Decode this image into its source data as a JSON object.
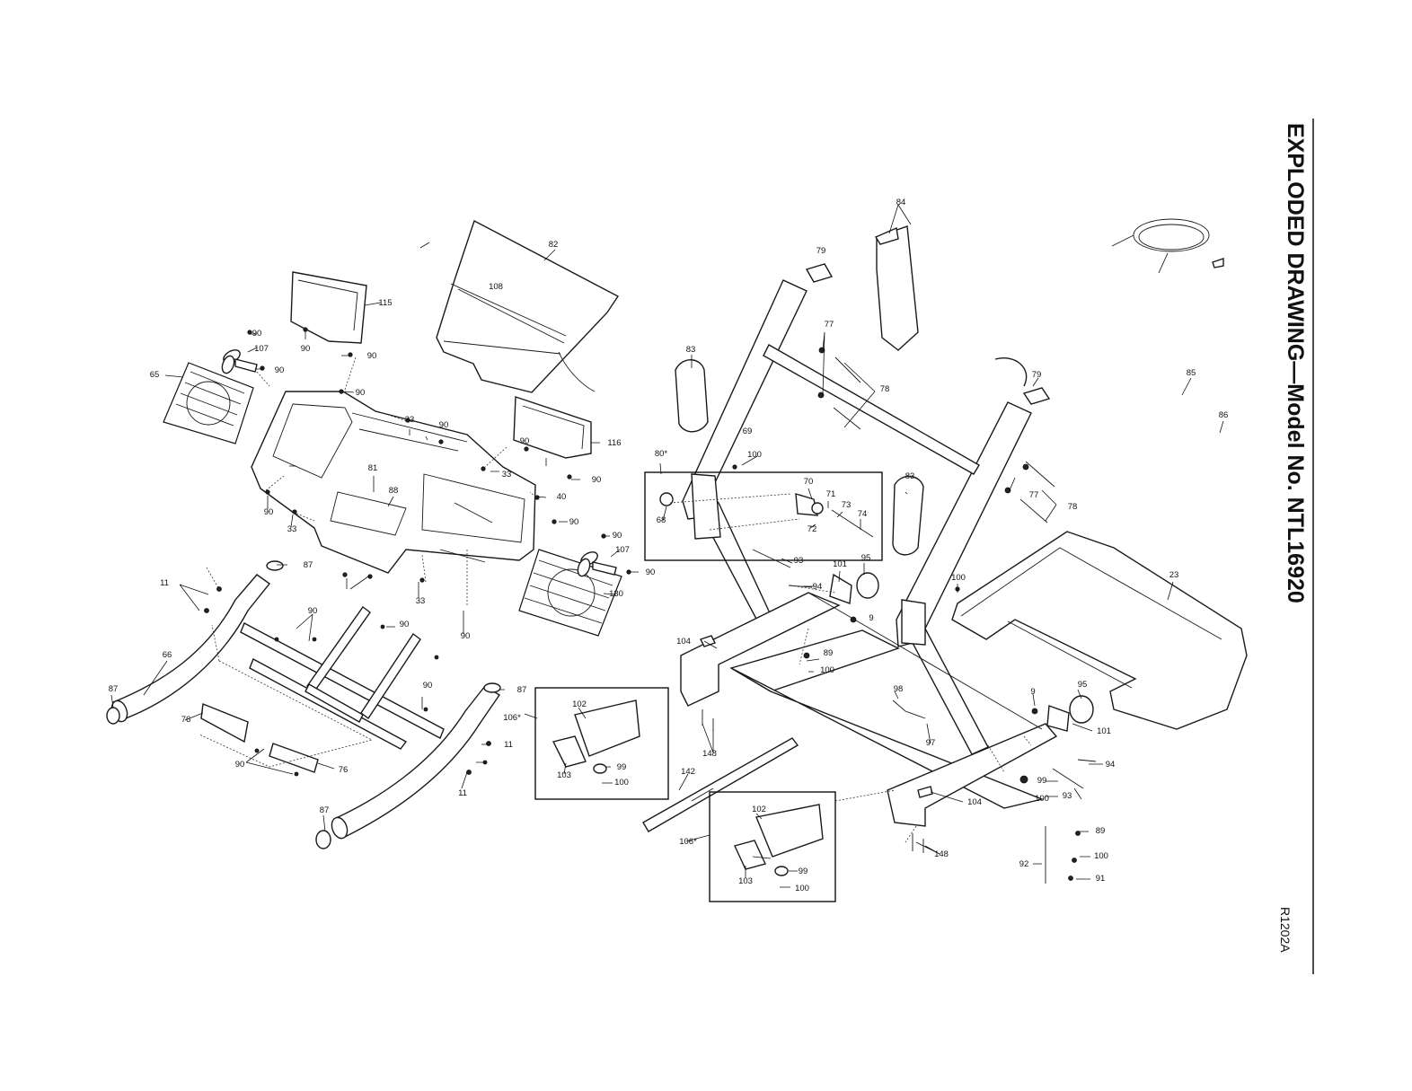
{
  "title": "EXPLODED DRAWING—Model No. NTL16920",
  "drawing_code": "R1202A",
  "callouts": [
    {
      "id": "c84",
      "text": "84"
    },
    {
      "id": "c82",
      "text": "82"
    },
    {
      "id": "c79a",
      "text": "79"
    },
    {
      "id": "c115",
      "text": "115"
    },
    {
      "id": "c108",
      "text": "108"
    },
    {
      "id": "c77a",
      "text": "77"
    },
    {
      "id": "c90a",
      "text": "90"
    },
    {
      "id": "c107a",
      "text": "107"
    },
    {
      "id": "c90b",
      "text": "90"
    },
    {
      "id": "c90c",
      "text": "90"
    },
    {
      "id": "c90d",
      "text": "90"
    },
    {
      "id": "c83a",
      "text": "83"
    },
    {
      "id": "c78a",
      "text": "78"
    },
    {
      "id": "c79b",
      "text": "79"
    },
    {
      "id": "c85",
      "text": "85"
    },
    {
      "id": "c65",
      "text": "65"
    },
    {
      "id": "c90e",
      "text": "90"
    },
    {
      "id": "c33a",
      "text": "33"
    },
    {
      "id": "c90f",
      "text": "90"
    },
    {
      "id": "c116",
      "text": "116"
    },
    {
      "id": "c69",
      "text": "69"
    },
    {
      "id": "c86",
      "text": "86"
    },
    {
      "id": "c90g",
      "text": "90"
    },
    {
      "id": "c100a",
      "text": "100"
    },
    {
      "id": "c80",
      "text": "80*"
    },
    {
      "id": "c33b",
      "text": "33"
    },
    {
      "id": "c81",
      "text": "81"
    },
    {
      "id": "c90h",
      "text": "90"
    },
    {
      "id": "c88",
      "text": "88"
    },
    {
      "id": "c70",
      "text": "70"
    },
    {
      "id": "c71",
      "text": "71"
    },
    {
      "id": "c73",
      "text": "73"
    },
    {
      "id": "c74",
      "text": "74"
    },
    {
      "id": "c83b",
      "text": "83"
    },
    {
      "id": "c77b",
      "text": "77"
    },
    {
      "id": "c78b",
      "text": "78"
    },
    {
      "id": "c40",
      "text": "40"
    },
    {
      "id": "c68",
      "text": "68"
    },
    {
      "id": "c72",
      "text": "72"
    },
    {
      "id": "c90i",
      "text": "90"
    },
    {
      "id": "c33c",
      "text": "33"
    },
    {
      "id": "c90j",
      "text": "90"
    },
    {
      "id": "c90k",
      "text": "90"
    },
    {
      "id": "c107b",
      "text": "107"
    },
    {
      "id": "c90l",
      "text": "90"
    },
    {
      "id": "c93a",
      "text": "93"
    },
    {
      "id": "c23",
      "text": "23"
    },
    {
      "id": "c87a",
      "text": "87"
    },
    {
      "id": "c101a",
      "text": "101"
    },
    {
      "id": "c95a",
      "text": "95"
    },
    {
      "id": "c100b",
      "text": "100"
    },
    {
      "id": "c11a",
      "text": "11"
    },
    {
      "id": "c94a",
      "text": "94"
    },
    {
      "id": "c90m",
      "text": "90"
    },
    {
      "id": "c33d",
      "text": "33"
    },
    {
      "id": "c130",
      "text": "130"
    },
    {
      "id": "c9a",
      "text": "9"
    },
    {
      "id": "c90n",
      "text": "90"
    },
    {
      "id": "c90o",
      "text": "90"
    },
    {
      "id": "c104a",
      "text": "104"
    },
    {
      "id": "c89a",
      "text": "89"
    },
    {
      "id": "c66",
      "text": "66"
    },
    {
      "id": "c100c",
      "text": "100"
    },
    {
      "id": "c87b",
      "text": "87"
    },
    {
      "id": "c90p",
      "text": "90"
    },
    {
      "id": "c87c",
      "text": "87"
    },
    {
      "id": "c102a",
      "text": "102"
    },
    {
      "id": "c98",
      "text": "98"
    },
    {
      "id": "c95b",
      "text": "95"
    },
    {
      "id": "c9b",
      "text": "9"
    },
    {
      "id": "c76a",
      "text": "76"
    },
    {
      "id": "c106a",
      "text": "106*"
    },
    {
      "id": "c11b",
      "text": "11"
    },
    {
      "id": "c97",
      "text": "97"
    },
    {
      "id": "c101b",
      "text": "101"
    },
    {
      "id": "c148a",
      "text": "148"
    },
    {
      "id": "c90q",
      "text": "90"
    },
    {
      "id": "c76b",
      "text": "76"
    },
    {
      "id": "c94b",
      "text": "94"
    },
    {
      "id": "c99a",
      "text": "99"
    },
    {
      "id": "c103a",
      "text": "103"
    },
    {
      "id": "c100d",
      "text": "100"
    },
    {
      "id": "c142",
      "text": "142"
    },
    {
      "id": "c99b",
      "text": "99"
    },
    {
      "id": "c11c",
      "text": "11"
    },
    {
      "id": "c100e",
      "text": "100"
    },
    {
      "id": "c93b",
      "text": "93"
    },
    {
      "id": "c104b",
      "text": "104"
    },
    {
      "id": "c87d",
      "text": "87"
    },
    {
      "id": "c102b",
      "text": "102"
    },
    {
      "id": "c106b",
      "text": "106*"
    },
    {
      "id": "c89b",
      "text": "89"
    },
    {
      "id": "c148b",
      "text": "148"
    },
    {
      "id": "c92",
      "text": "92"
    },
    {
      "id": "c100f",
      "text": "100"
    },
    {
      "id": "c103b",
      "text": "103"
    },
    {
      "id": "c99c",
      "text": "99"
    },
    {
      "id": "c91",
      "text": "91"
    },
    {
      "id": "c100g",
      "text": "100"
    }
  ]
}
